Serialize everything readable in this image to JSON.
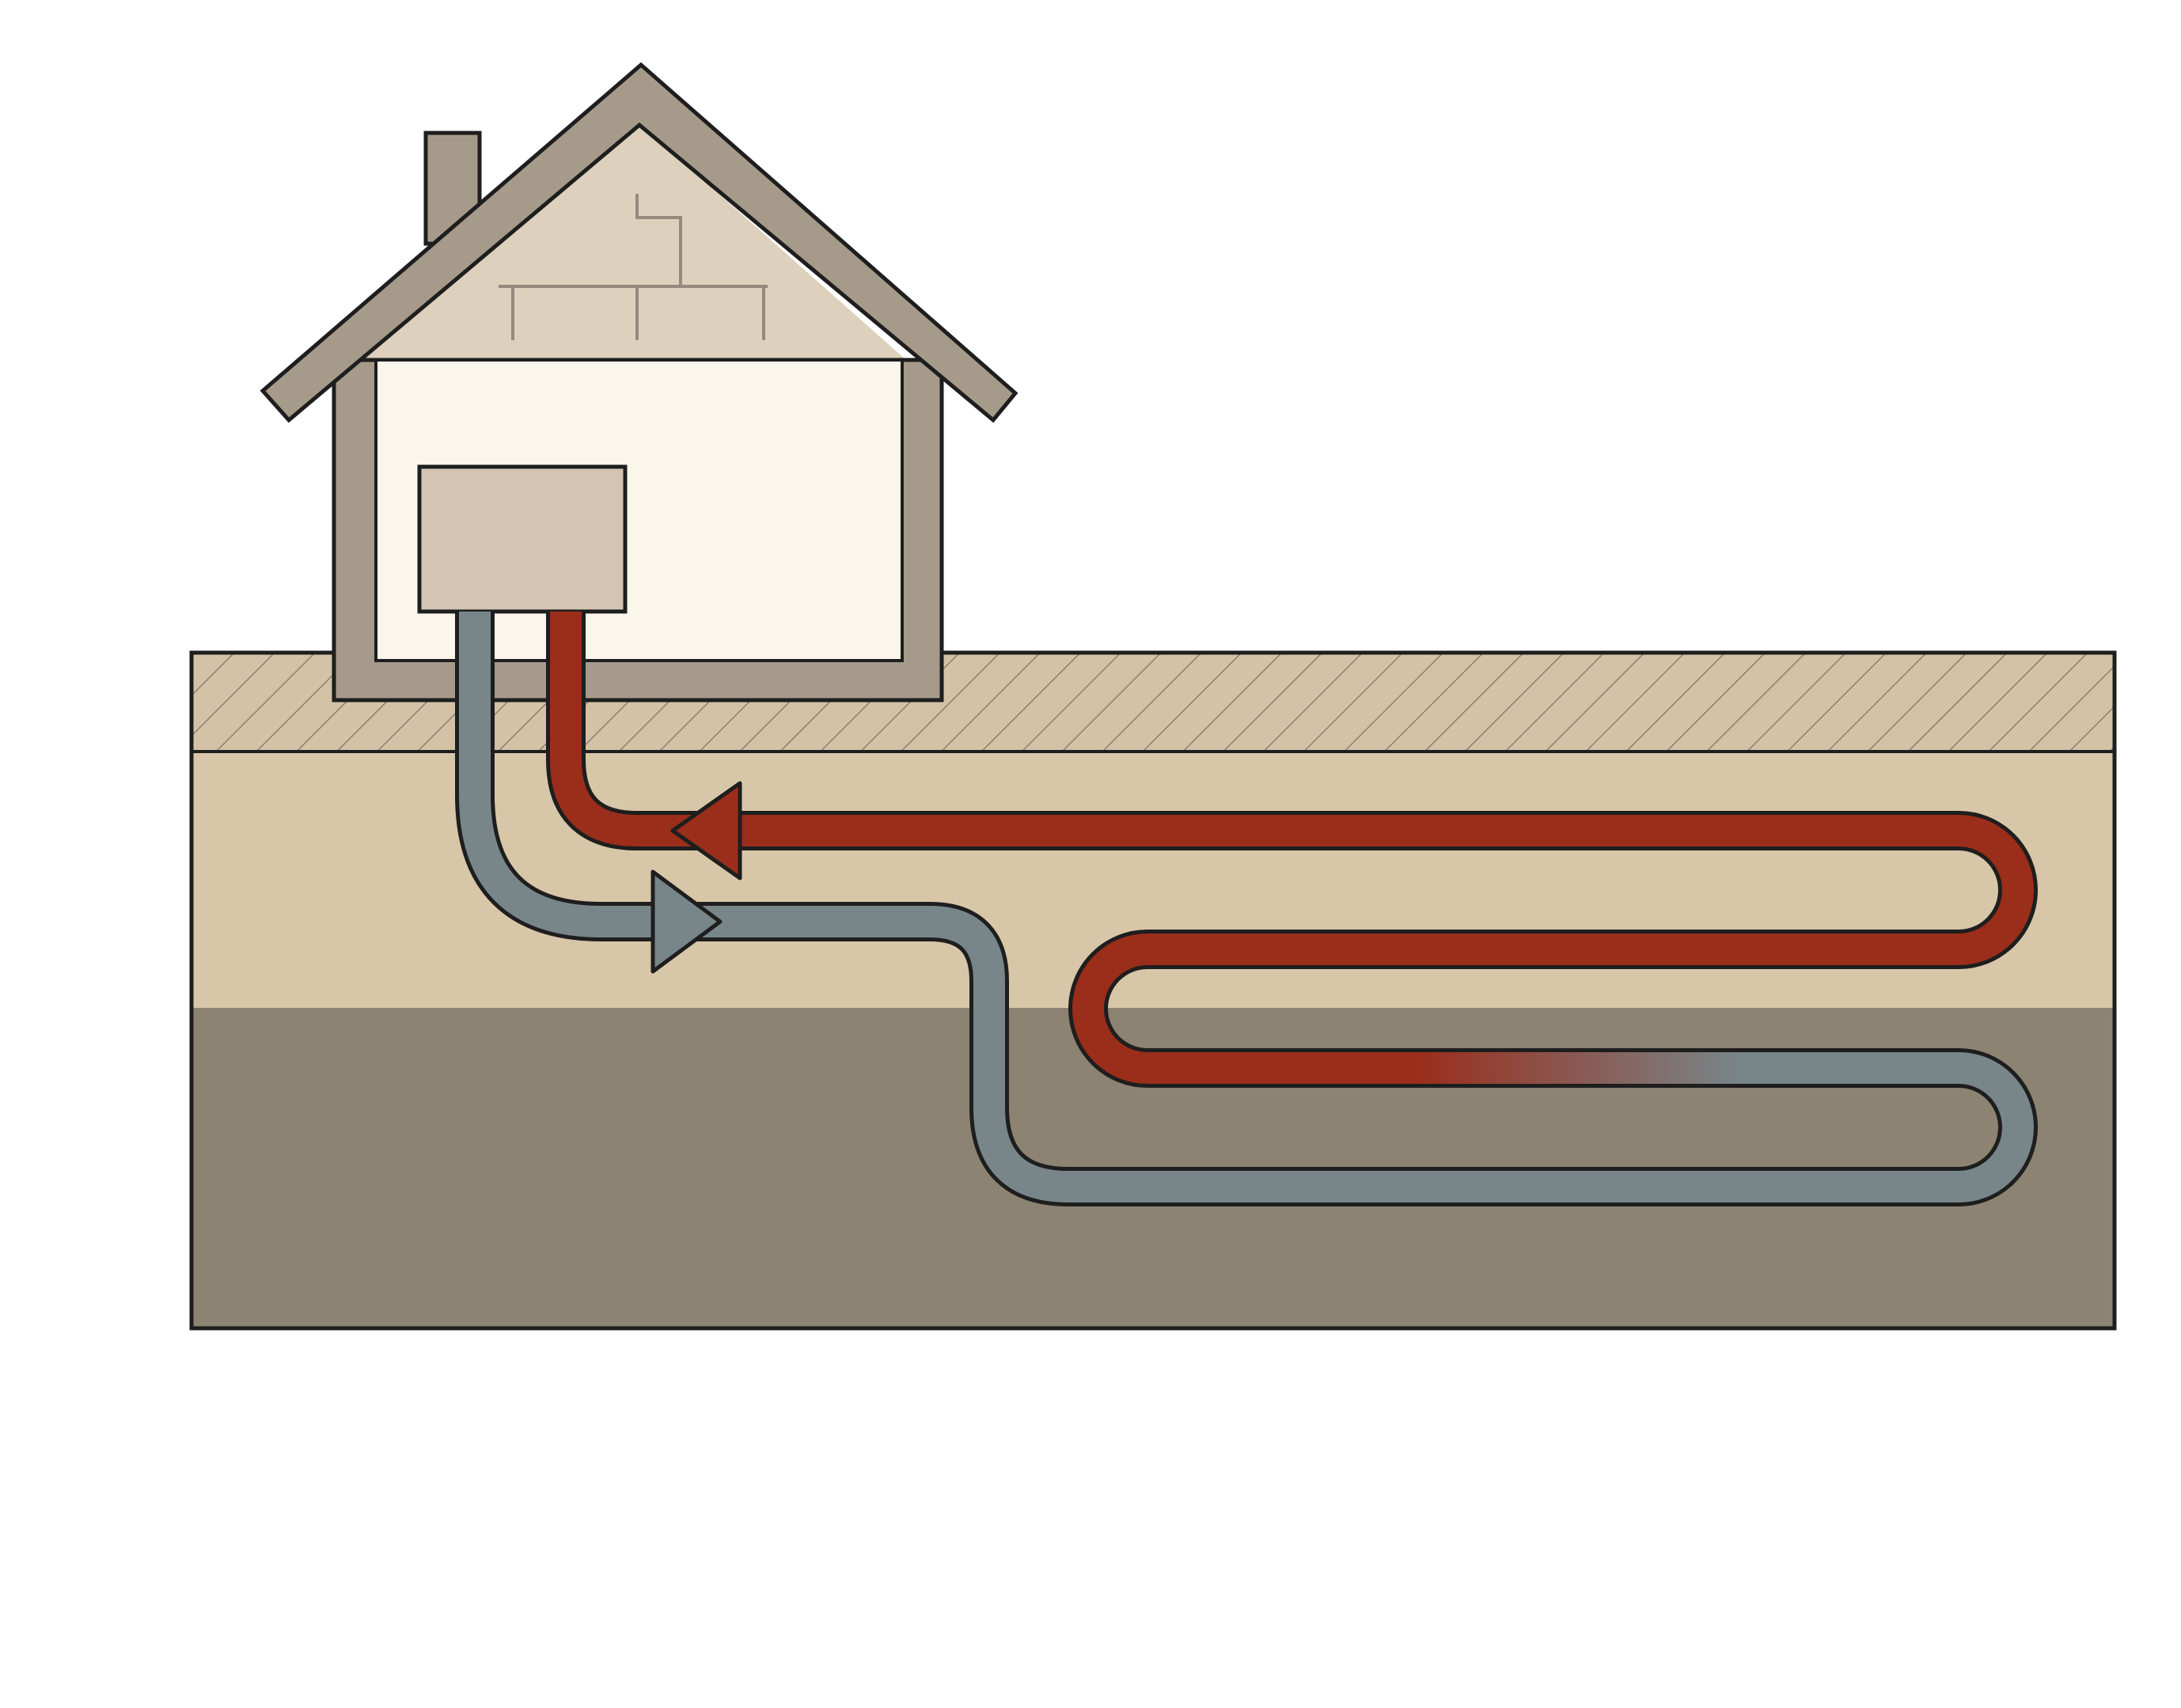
{
  "diagram": {
    "kind": "horizontal-ground-loop-geothermal-system",
    "labels": [],
    "flow": {
      "supply_direction": "left",
      "return_direction": "right"
    }
  },
  "colors": {
    "background": "#ffffff",
    "outline": "#1e1e1e",
    "house_frame": "#a69a8b",
    "house_gable": "#ddd0bc",
    "house_interior": "#fbf6ec",
    "heat_pump_unit": "#d3c5b1",
    "brick_lines": "#948a7e",
    "topsoil": "#d4c2a7",
    "hatch_lines": "#8c7f70",
    "upper_soil": "#d8c6a8",
    "deep_soil": "#8c8372",
    "warm_pipe": "#9b2d1b",
    "cool_pipe": "#78868a"
  },
  "icons": {
    "house": "house-icon",
    "heat_pump": "heat-pump-icon",
    "warm_arrow": "arrow-left-icon",
    "cool_arrow": "arrow-right-icon"
  }
}
